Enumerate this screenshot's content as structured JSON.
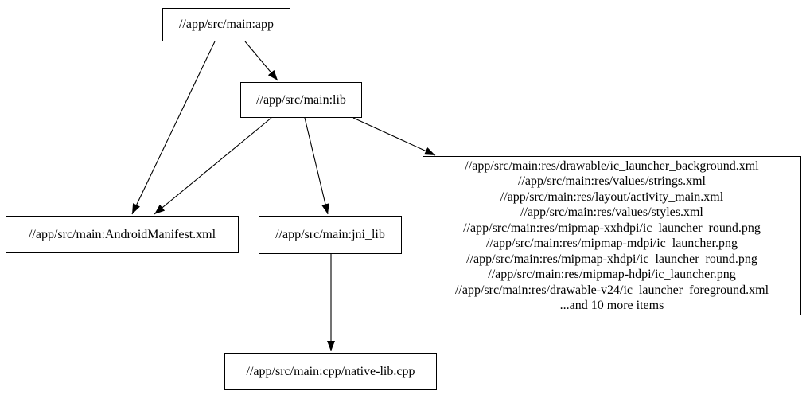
{
  "diagram": {
    "kind": "build-target-dependency-graph",
    "background_color": "#ffffff",
    "node_border_color": "#000000",
    "edge_color": "#000000",
    "text_color": "#000000"
  },
  "nodes": {
    "app": {
      "label": "//app/src/main:app"
    },
    "lib": {
      "label": "//app/src/main:lib"
    },
    "manifest": {
      "label": "//app/src/main:AndroidManifest.xml"
    },
    "jni_lib": {
      "label": "//app/src/main:jni_lib"
    },
    "native_lib": {
      "label": "//app/src/main:cpp/native-lib.cpp"
    },
    "res_group": {
      "lines": [
        "//app/src/main:res/drawable/ic_launcher_background.xml",
        "//app/src/main:res/values/strings.xml",
        "//app/src/main:res/layout/activity_main.xml",
        "//app/src/main:res/values/styles.xml",
        "//app/src/main:res/mipmap-xxhdpi/ic_launcher_round.png",
        "//app/src/main:res/mipmap-mdpi/ic_launcher.png",
        "//app/src/main:res/mipmap-xhdpi/ic_launcher_round.png",
        "//app/src/main:res/mipmap-hdpi/ic_launcher.png",
        "//app/src/main:res/drawable-v24/ic_launcher_foreground.xml",
        "...and 10 more items"
      ]
    }
  },
  "edges": [
    {
      "from": "app",
      "to": "lib"
    },
    {
      "from": "app",
      "to": "manifest"
    },
    {
      "from": "lib",
      "to": "manifest"
    },
    {
      "from": "lib",
      "to": "jni_lib"
    },
    {
      "from": "lib",
      "to": "res_group"
    },
    {
      "from": "jni_lib",
      "to": "native_lib"
    }
  ]
}
